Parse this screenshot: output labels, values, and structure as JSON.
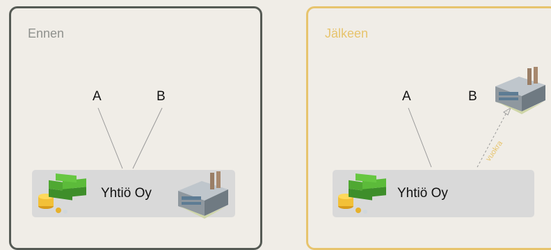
{
  "before": {
    "title": "Ennen",
    "owner_a": "A",
    "owner_b": "B",
    "company": "Yhtiö Oy"
  },
  "after": {
    "title": "Jälkeen",
    "owner_a": "A",
    "owner_b": "B",
    "company": "Yhtiö Oy",
    "rent_label": "vuokra"
  },
  "colors": {
    "before_border": "#555a54",
    "after_border": "#e7c46d",
    "company_box": "#d9d9d9"
  },
  "icons": [
    "money-pile-icon",
    "factory-icon"
  ]
}
